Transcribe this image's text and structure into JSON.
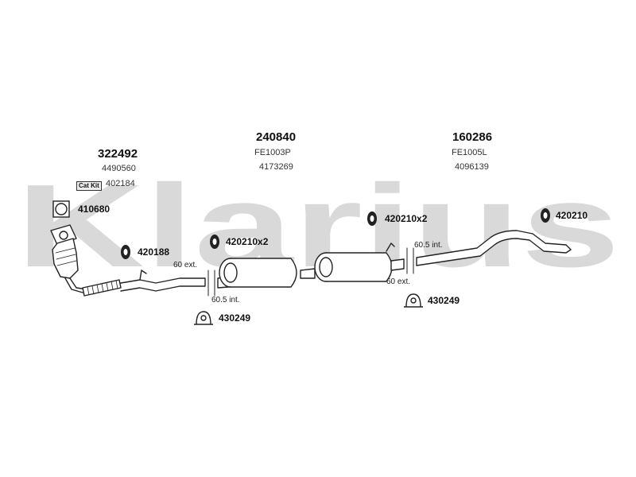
{
  "watermark": "Klarius",
  "groups": [
    {
      "main": "322492",
      "ref": "4490560"
    },
    {
      "main": "240840",
      "model": "FE1003P",
      "ref": "4173269"
    },
    {
      "main": "160286",
      "model": "FE1005L",
      "ref": "4096139"
    }
  ],
  "catkit": {
    "badge": "Cat Kit",
    "code": "402184"
  },
  "parts": {
    "clamp_410680": "410680",
    "hanger_420188": "420188",
    "hanger_420210x2_a": "420210x2",
    "hanger_420210x2_b": "420210x2",
    "hanger_420210": "420210",
    "clamp_430249_a": "430249",
    "clamp_430249_b": "430249"
  },
  "notes": {
    "ext_60_a": "60 ext.",
    "int_605_a": "60.5 int.",
    "int_605_b": "60.5 int.",
    "ext_60_b": "60 ext."
  },
  "colors": {
    "watermark": "#d9d9d9",
    "line": "#222222"
  }
}
